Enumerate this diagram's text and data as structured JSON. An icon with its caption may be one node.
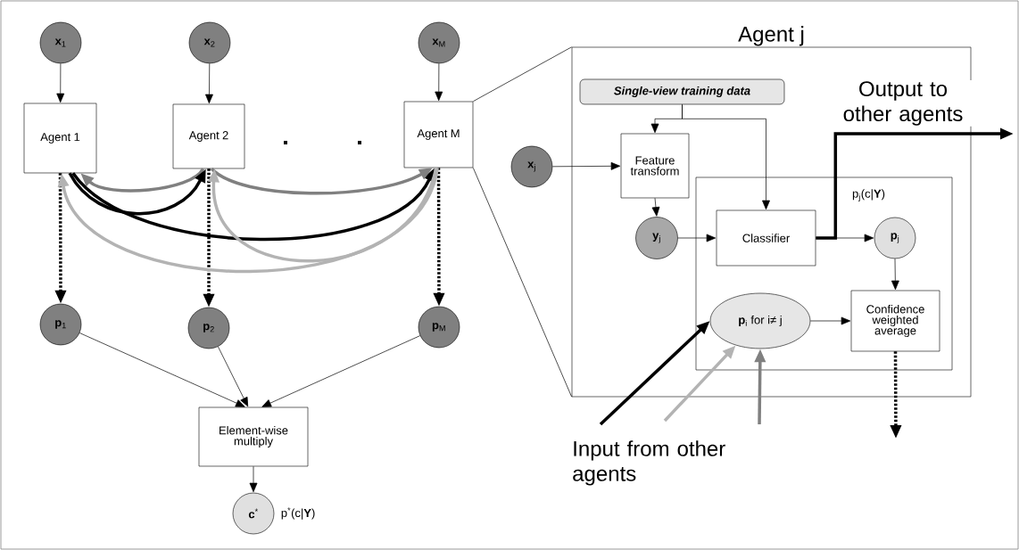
{
  "diagram": {
    "nodes": [
      {
        "text": [
          "**x**$_{1}$"
        ]
      },
      {
        "text": [
          "**x**$_{2}$"
        ]
      },
      {
        "text": [
          "**x**$_{M}$"
        ]
      },
      {
        "text": [
          "Agent 1"
        ]
      },
      {
        "text": [
          "Agent 2"
        ]
      },
      {
        "text": [
          "Agent M"
        ]
      },
      {
        "text": [
          "**p**$_{1}$"
        ]
      },
      {
        "text": [
          "**p**$_{2}$"
        ]
      },
      {
        "text": [
          "**p**$_{M}$"
        ]
      },
      {
        "text": [
          "Element-wise multiply"
        ]
      },
      {
        "text": [
          "**c**$^{*}$"
        ],
        "beside": [
          "p$^{*}$(c|**Y**)"
        ]
      },
      {
        "text": [
          "Agent j"
        ]
      },
      {
        "text": [
          "Single-view training data"
        ],
        "in": 11
      },
      {
        "text": [
          "**x**$_{j}$"
        ]
      },
      {
        "text": [
          "Feature transform"
        ],
        "in": 11
      },
      {
        "text": [
          "p$_{j}$(c|**Y**)"
        ],
        "in": 11
      },
      {
        "text": [
          "**y**$_{j}$"
        ],
        "in": 11
      },
      {
        "text": [
          "Classifier"
        ],
        "in": 15
      },
      {
        "text": [
          "**p**$_{j}$"
        ],
        "in": 15
      },
      {
        "text": [
          "**p**$_{i}$ for i≠ j"
        ],
        "in": 15
      },
      {
        "text": [
          "Confidence weighted average"
        ],
        "in": 15
      }
    ],
    "edges": [
      {
        "from": 0,
        "to": 3,
        "arrow": "to"
      },
      {
        "from": 1,
        "to": 4,
        "arrow": "to"
      },
      {
        "from": 2,
        "to": 5,
        "arrow": "to"
      },
      {
        "from": 3,
        "to": 6,
        "arrow": "to",
        "style": "dashed"
      },
      {
        "from": 4,
        "to": 7,
        "arrow": "to",
        "style": "dashed"
      },
      {
        "from": 5,
        "to": 8,
        "arrow": "to",
        "style": "dashed"
      },
      {
        "from": 4,
        "to": 3,
        "arrow": "to",
        "style": "thick",
        "color": "#808080"
      },
      {
        "from": 3,
        "to": 4,
        "arrow": "to",
        "style": "thick"
      },
      {
        "from": 3,
        "to": 5,
        "arrow": "to",
        "style": "thick"
      },
      {
        "from": 4,
        "to": 5,
        "arrow": "to",
        "style": "thick",
        "color": "#808080"
      },
      {
        "from": 5,
        "to": 3,
        "arrow": "to",
        "style": "thick",
        "color": "#b3b3b3"
      },
      {
        "from": 5,
        "to": 4,
        "arrow": "to",
        "style": "thick",
        "color": "#b3b3b3"
      },
      {
        "from": 6,
        "to": 9,
        "arrow": "to"
      },
      {
        "from": 7,
        "to": 9,
        "arrow": "to"
      },
      {
        "from": 8,
        "to": 9,
        "arrow": "to"
      },
      {
        "from": 9,
        "to": 10,
        "arrow": "to"
      },
      {
        "from": 12,
        "to": 14,
        "arrow": "to"
      },
      {
        "from": 12,
        "to": 17,
        "arrow": "to"
      },
      {
        "from": 13,
        "to": 14,
        "arrow": "to"
      },
      {
        "from": 14,
        "to": 16,
        "arrow": "to"
      },
      {
        "from": 16,
        "to": 17,
        "arrow": "to"
      },
      {
        "from": 17,
        "to": 18,
        "arrow": "to"
      },
      {
        "from": 17,
        "to": null,
        "arrow": "to",
        "style": "thick",
        "label": "Output to other agents"
      },
      {
        "from": 18,
        "to": 20,
        "arrow": "to"
      },
      {
        "from": 19,
        "to": 20,
        "arrow": "to"
      },
      {
        "from": null,
        "to": 19,
        "arrow": "to",
        "style": "thick"
      },
      {
        "from": null,
        "to": 19,
        "arrow": "to",
        "style": "thick",
        "color": "#b3b3b3"
      },
      {
        "from": null,
        "to": 19,
        "arrow": "to",
        "style": "thick",
        "color": "#808080"
      },
      {
        "from": 20,
        "to": null,
        "arrow": "to",
        "style": "dashed"
      },
      {
        "from": 5,
        "to": 11,
        "arrow": "none"
      },
      {
        "from": 5,
        "to": 11,
        "arrow": "none"
      }
    ],
    "labels": [
      "Input from other agents"
    ]
  }
}
